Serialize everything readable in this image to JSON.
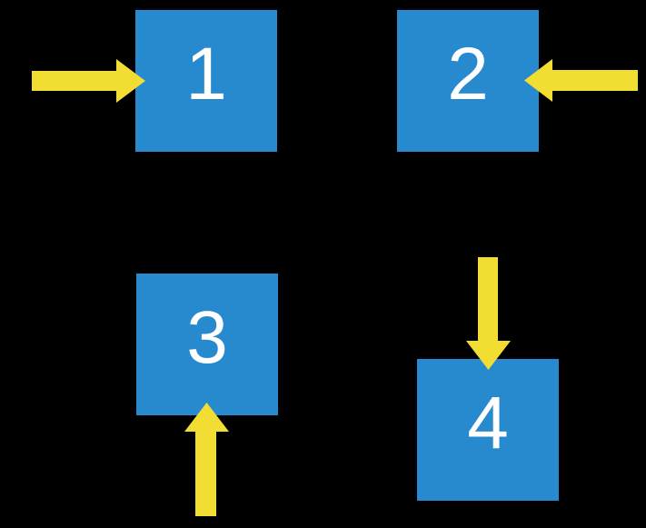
{
  "scene": {
    "background": "#000000"
  },
  "colors": {
    "box_fill": "#2789CE",
    "arrow_fill": "#F2DE33",
    "label_text": "#FFFFFF"
  },
  "boxes": [
    {
      "label": "1",
      "arrow_points": "right",
      "arrow_enters_from": "left"
    },
    {
      "label": "2",
      "arrow_points": "left",
      "arrow_enters_from": "right"
    },
    {
      "label": "3",
      "arrow_points": "up",
      "arrow_enters_from": "bottom"
    },
    {
      "label": "4",
      "arrow_points": "down",
      "arrow_enters_from": "top"
    }
  ]
}
